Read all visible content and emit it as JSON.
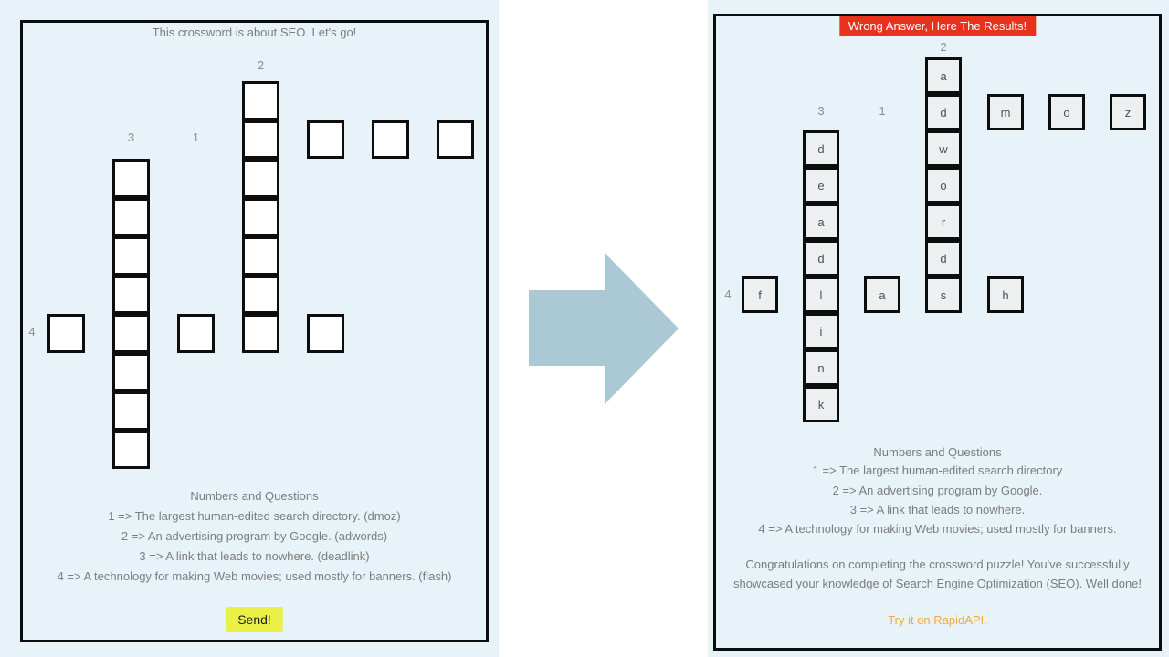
{
  "colors": {
    "panel_background": "#e8f3f9",
    "banner_red": "#e7321e",
    "button_yellow": "#eaf046",
    "link_orange": "#f4a83c",
    "arrow_blue": "#abc9d5",
    "right_cell_fill": "#edf0f1",
    "left_cell_fill": "#ffffff",
    "text_gray": "#7c7c7c"
  },
  "left_panel": {
    "title": "This crossword is about SEO. Let's go!",
    "word_labels": {
      "1": "1",
      "2": "2",
      "3": "3",
      "4": "4"
    },
    "clues_header": "Numbers and Questions",
    "clues": [
      "1 => The largest human-edited search directory. (dmoz)",
      "2 => An advertising program by Google. (adwords)",
      "3 => A link that leads to nowhere. (deadlink)",
      "4 => A technology for making Web movies; used mostly for banners. (flash)"
    ],
    "send_button": "Send!"
  },
  "right_panel": {
    "banner": "Wrong Answer, Here The Results!",
    "word_labels": {
      "1": "1",
      "2": "2",
      "3": "3",
      "4": "4"
    },
    "grid": {
      "down2": [
        "a",
        "d",
        "w",
        "o",
        "r",
        "d",
        "s"
      ],
      "down3": [
        "d",
        "e",
        "a",
        "d",
        "l",
        "i",
        "n",
        "k"
      ],
      "across1_rest": [
        "m",
        "o",
        "z"
      ],
      "across4_rest": [
        "f",
        "a",
        "h"
      ]
    },
    "clues_header": "Numbers and Questions",
    "clues": [
      "1 => The largest human-edited search directory",
      "2 => An advertising program by Google.",
      "3 => A link that leads to nowhere.",
      "4 => A technology for making Web movies; used mostly for banners."
    ],
    "congrats_line1": "Congratulations on completing the crossword puzzle! You've successfully",
    "congrats_line2": "showcased your knowledge of Search Engine Optimization (SEO). Well done!",
    "link": "Try it on RapidAPI."
  }
}
